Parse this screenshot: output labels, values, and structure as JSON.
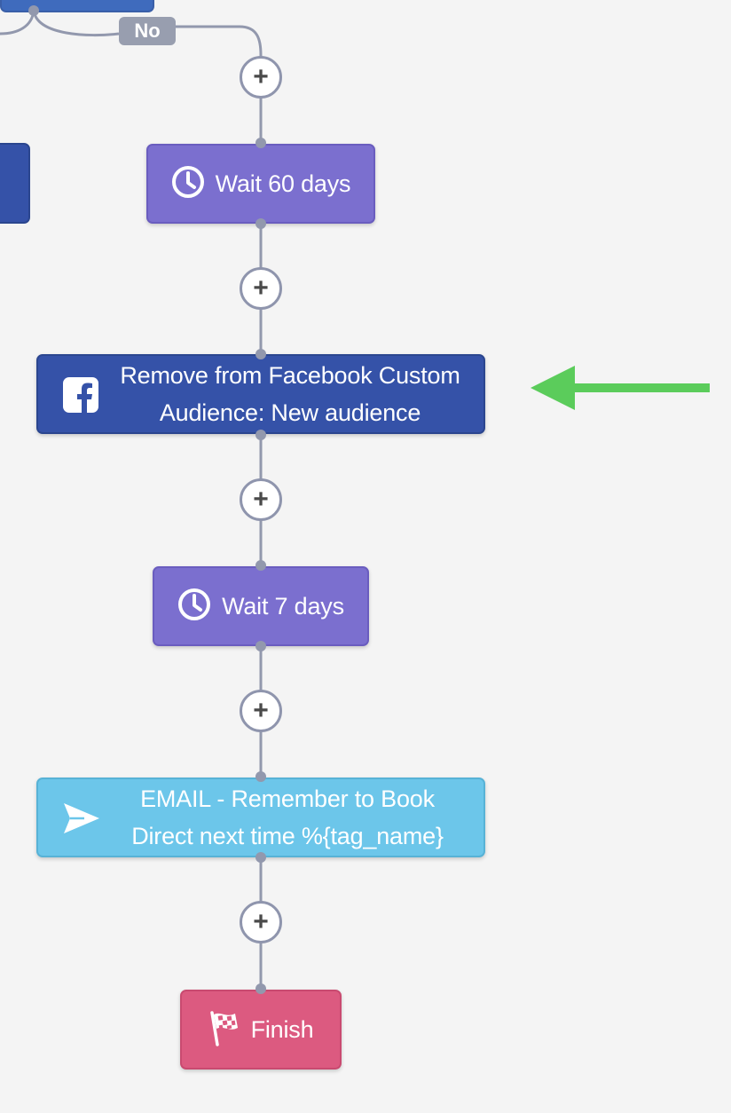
{
  "branch": {
    "no_label": "No"
  },
  "steps": [
    {
      "type": "wait",
      "label": "Wait 60 days",
      "icon": "clock-icon"
    },
    {
      "type": "facebook",
      "label": "Remove from Facebook Custom Audience: New audience",
      "icon": "facebook-icon"
    },
    {
      "type": "wait",
      "label": "Wait 7 days",
      "icon": "clock-icon"
    },
    {
      "type": "email",
      "label": "EMAIL - Remember to Book Direct next time %{tag_name}",
      "icon": "paper-plane-icon"
    },
    {
      "type": "finish",
      "label": "Finish",
      "icon": "checkered-flag-icon"
    }
  ],
  "add_step": {
    "glyph": "+"
  },
  "colors": {
    "background": "#f4f4f4",
    "wait": "#7b6fcf",
    "facebook": "#3552a8",
    "email": "#6cc6ea",
    "finish": "#dc5a80",
    "connector": "#9298ad",
    "pointer_arrow": "#5bcc5b"
  }
}
